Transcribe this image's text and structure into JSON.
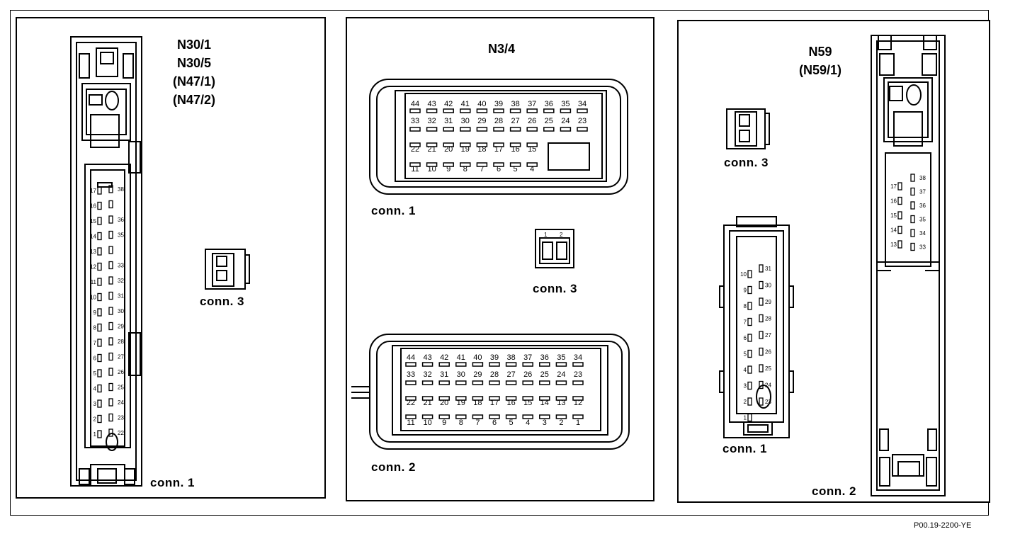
{
  "panel1": {
    "titles": [
      "N30/1",
      "N30/5",
      "(N47/1)",
      "(N47/2)"
    ],
    "conn1_label": "conn. 1",
    "conn3_label": "conn. 3",
    "conn1_left_pins": [
      "17",
      "16",
      "15",
      "14",
      "13",
      "12",
      "11",
      "10",
      "9",
      "8",
      "7",
      "6",
      "5",
      "4",
      "3",
      "2",
      "1"
    ],
    "conn1_right_pins": [
      "38",
      "",
      "36",
      "35",
      "",
      "33",
      "32",
      "31",
      "30",
      "29",
      "28",
      "27",
      "26",
      "25",
      "24",
      "23",
      "22"
    ]
  },
  "panel2": {
    "title": "N3/4",
    "conn1_label": "conn. 1",
    "conn2_label": "conn. 2",
    "conn3_label": "conn. 3",
    "conn1_row1": [
      "44",
      "43",
      "42",
      "41",
      "40",
      "39",
      "38",
      "37",
      "36",
      "35",
      "34"
    ],
    "conn1_row2": [
      "33",
      "32",
      "31",
      "30",
      "29",
      "28",
      "27",
      "26",
      "25",
      "24",
      "23"
    ],
    "conn1_row3": [
      "22",
      "21",
      "20",
      "19",
      "18",
      "17",
      "16",
      "15"
    ],
    "conn1_row4": [
      "11",
      "10",
      "9",
      "8",
      "7",
      "6",
      "5",
      "4"
    ],
    "conn2_row1": [
      "44",
      "43",
      "42",
      "41",
      "40",
      "39",
      "38",
      "37",
      "36",
      "35",
      "34"
    ],
    "conn2_row2": [
      "33",
      "32",
      "31",
      "30",
      "29",
      "28",
      "27",
      "26",
      "25",
      "24",
      "23"
    ],
    "conn2_row3": [
      "22",
      "21",
      "20",
      "19",
      "18",
      "17",
      "16",
      "15",
      "14",
      "13",
      "12"
    ],
    "conn2_row4": [
      "11",
      "10",
      "9",
      "8",
      "7",
      "6",
      "5",
      "4",
      "3",
      "2",
      "1"
    ],
    "conn3_pins": [
      "1",
      "2"
    ]
  },
  "panel3": {
    "titles": [
      "N59",
      "(N59/1)"
    ],
    "conn1_label": "conn. 1",
    "conn2_label": "conn. 2",
    "conn3_label": "conn. 3",
    "conn1_left_pins": [
      "10",
      "9",
      "8",
      "7",
      "6",
      "5",
      "4",
      "3",
      "2",
      "1"
    ],
    "conn1_right_pins": [
      "31",
      "30",
      "29",
      "28",
      "27",
      "26",
      "25",
      "24",
      "23"
    ],
    "conn2_left_pins": [
      "17",
      "16",
      "15",
      "14",
      "13"
    ],
    "conn2_right_pins": [
      "38",
      "37",
      "36",
      "35",
      "34",
      "33"
    ]
  },
  "footer": {
    "code": "P00.19-2200-YE"
  }
}
